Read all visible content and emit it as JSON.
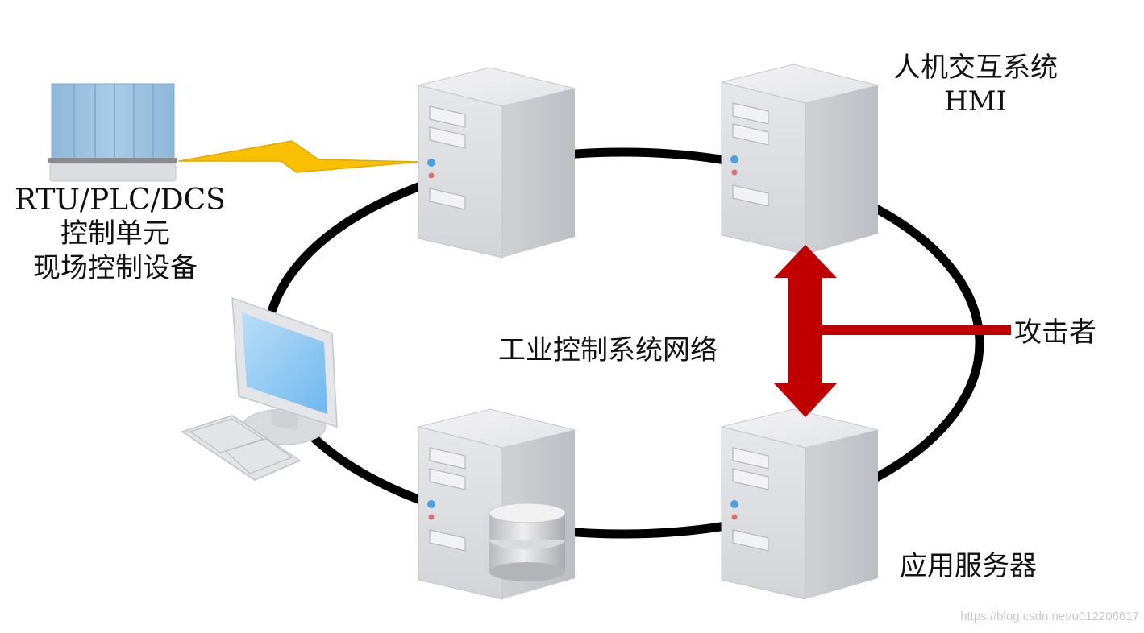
{
  "labels": {
    "rtu_line1": "RTU/PLC/DCS",
    "rtu_line2": "控制单元",
    "rtu_line3": "现场控制设备",
    "hmi_line1": "人机交互系统",
    "hmi_line2": "HMI",
    "network": "工业控制系统网络",
    "attacker": "攻击者",
    "app_server": "应用服务器"
  },
  "watermark": "https://blog.csdn.net/u012206617",
  "icons": [
    "field-controller-icon",
    "server-icon",
    "workstation-icon",
    "database-icon",
    "lightning-link-icon",
    "arrow-up-icon",
    "arrow-down-icon"
  ],
  "colors": {
    "ring": "#000000",
    "attack": "#c00000",
    "lightning": "#f8c000",
    "server_front": "#dedfe2",
    "server_side": "#c6c7cb",
    "monitor_screen": "#8fc9f5"
  }
}
